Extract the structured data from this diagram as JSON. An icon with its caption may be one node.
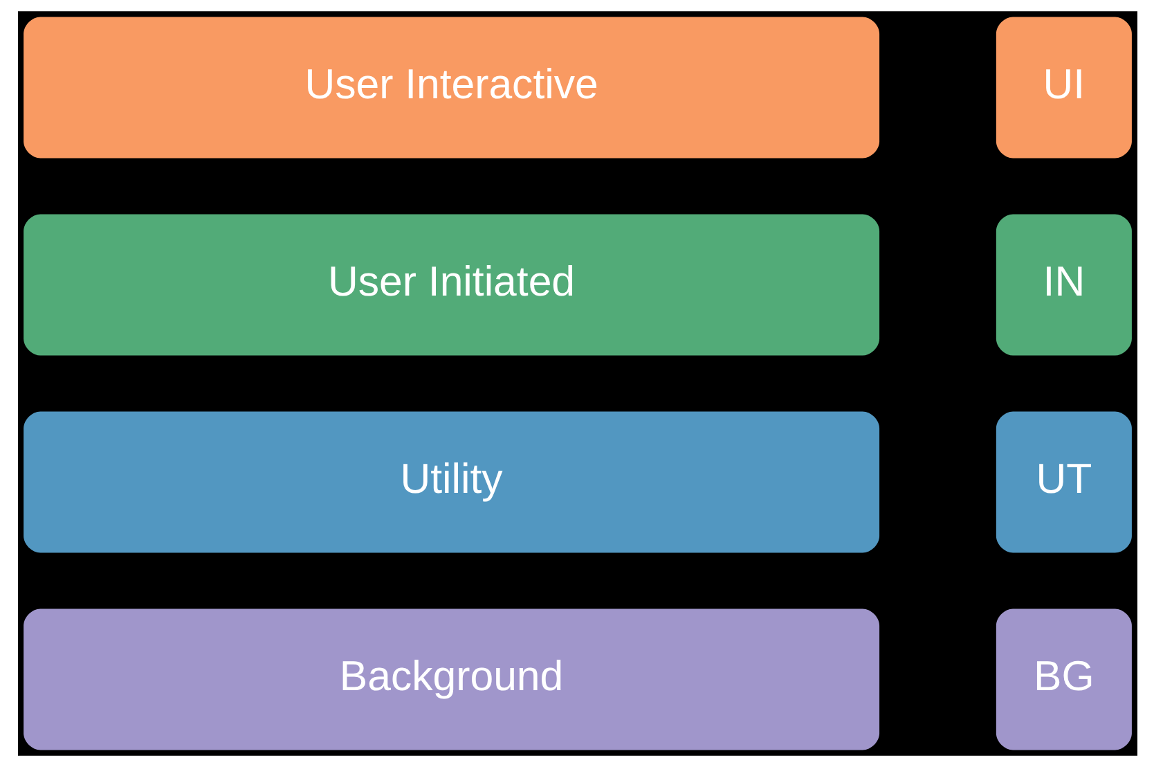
{
  "diagram": {
    "nodes": [
      {
        "text": [
          "User Interactive"
        ]
      },
      {
        "text": [
          "UI"
        ]
      },
      {
        "text": [
          "User Initiated"
        ]
      },
      {
        "text": [
          "IN"
        ]
      },
      {
        "text": [
          "Utility"
        ]
      },
      {
        "text": [
          "UT"
        ]
      },
      {
        "text": [
          "Background"
        ]
      },
      {
        "text": [
          "BG"
        ]
      }
    ]
  }
}
